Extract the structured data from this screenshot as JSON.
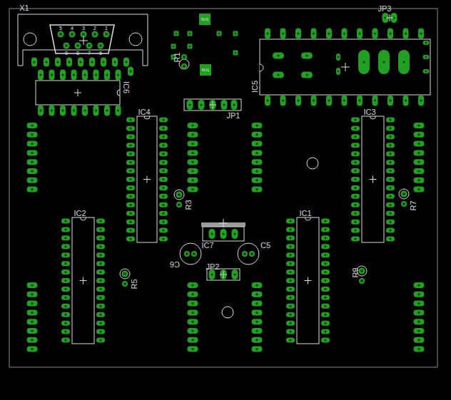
{
  "diagram": {
    "labels": [
      "X1",
      "5",
      "4",
      "3",
      "2",
      "1",
      "9",
      "8",
      "7",
      "6",
      "NM1",
      "JP3",
      "R1",
      "IC6",
      "NM1",
      "IC5",
      "JP1",
      "IC4",
      "IC3",
      "R3",
      "R7",
      "IC2",
      "IC1",
      "IC7",
      "C6",
      "C5",
      "JP2",
      "R5",
      "R9"
    ]
  }
}
